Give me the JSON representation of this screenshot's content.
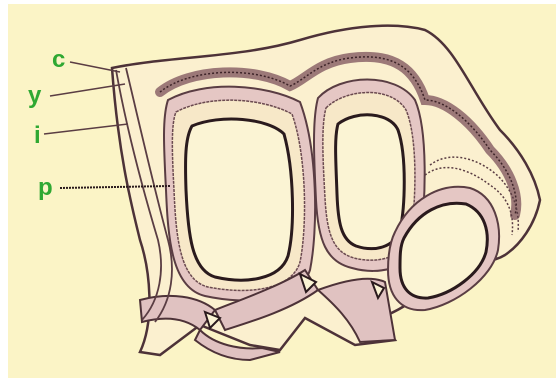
{
  "labels": {
    "c": "c",
    "y": "y",
    "i": "i",
    "p": "p"
  },
  "colors": {
    "background": "#fbf4c6",
    "label": "#2fa832",
    "outline": "#5a3d43",
    "wall_fill": "#d8b5b6",
    "wall_dark": "#9a6f73"
  }
}
